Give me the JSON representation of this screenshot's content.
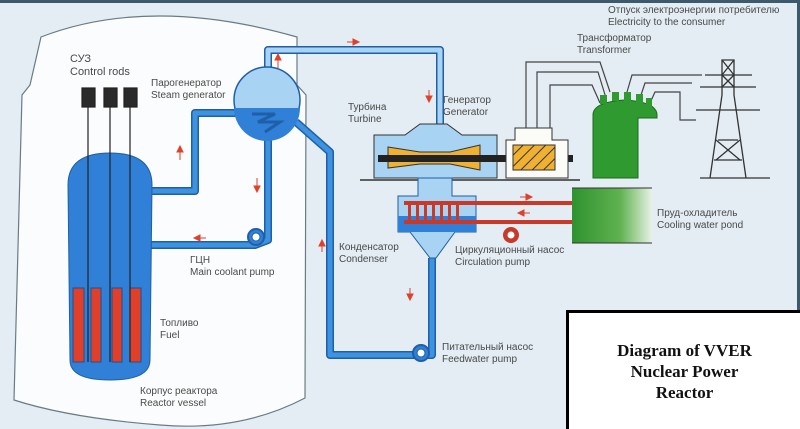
{
  "labels": {
    "control_rods": {
      "ru": "СУЗ",
      "en": "Control rods"
    },
    "steam_generator": {
      "ru": "Парогенератор",
      "en": "Steam generator"
    },
    "turbine": {
      "ru": "Турбина",
      "en": "Turbine"
    },
    "generator": {
      "ru": "Генератор",
      "en": "Generator"
    },
    "electricity": {
      "ru": "Отпуск электроэнергии потребителю",
      "en": "Electricity to the consumer"
    },
    "transformer": {
      "ru": "Трансформатор",
      "en": "Transformer"
    },
    "cooling_pond": {
      "ru": "Пруд-охладитель",
      "en": "Cooling water pond"
    },
    "circulation_pump": {
      "ru": "Циркуляционный насос",
      "en": "Circulation pump"
    },
    "condenser": {
      "ru": "Конденсатор",
      "en": "Condenser"
    },
    "main_coolant_pump": {
      "ru": "ГЦН",
      "en": "Main coolant pump"
    },
    "fuel": {
      "ru": "Топливо",
      "en": "Fuel"
    },
    "feedwater_pump": {
      "ru": "Питательный насос",
      "en": "Feedwater pump"
    },
    "reactor_vessel": {
      "ru": "Корпус реактора",
      "en": "Reactor vessel"
    }
  },
  "title": {
    "line1": "Diagram of VVER",
    "line2": "Nuclear Power",
    "line3": "Reactor"
  },
  "colors": {
    "water": "#2f80d6",
    "steam": "#a9d3f2",
    "fuel": "#e0402a",
    "turbine": "#f0b030",
    "transformer": "#2f9a2f",
    "cooling_pipe": "#c8392a"
  }
}
